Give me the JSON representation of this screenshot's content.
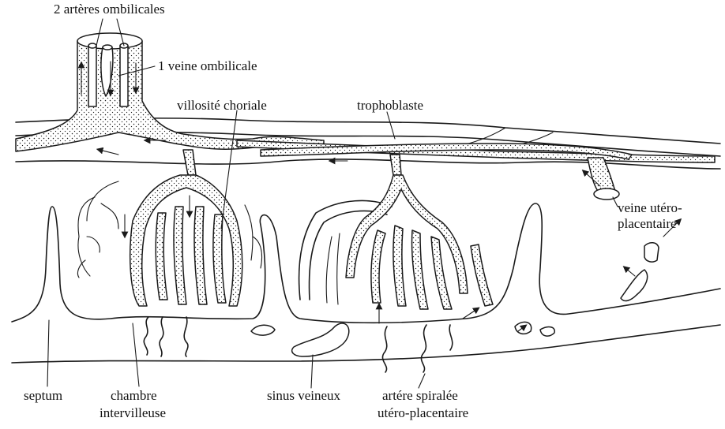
{
  "labels": {
    "arteres_ombilicales": "2 artères ombilicales",
    "veine_ombilicale": "1 veine ombilicale",
    "villosite_choriale": "villosité choriale",
    "trophoblaste": "trophoblaste",
    "veine_utero_line1": "veine utéro-",
    "veine_utero_line2": "placentaire",
    "septum": "septum",
    "chambre_line1": "chambre",
    "chambre_line2": "intervilleuse",
    "sinus_veineux": "sinus veineux",
    "artere_line1": "artére spiralée",
    "artere_line2": "utéro-placentaire"
  },
  "colors": {
    "ink": "#1a1a1a",
    "background": "#ffffff"
  }
}
